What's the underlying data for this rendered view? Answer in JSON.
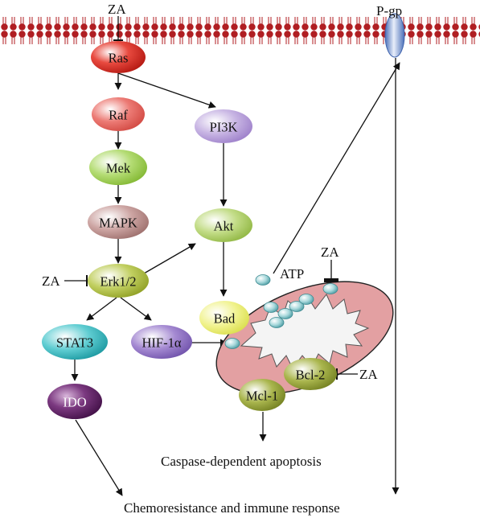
{
  "nodes": {
    "ras": "Ras",
    "raf": "Raf",
    "mek": "Mek",
    "mapk": "MAPK",
    "erk": "Erk1/2",
    "stat3": "STAT3",
    "ido": "IDO",
    "hif": "HIF-1α",
    "pi3k": "PI3K",
    "akt": "Akt",
    "bad": "Bad",
    "bcl2": "Bcl-2",
    "mcl1": "Mcl-1"
  },
  "labels": {
    "za_top": "ZA",
    "za_erk": "ZA",
    "za_mito": "ZA",
    "za_bcl2": "ZA",
    "pgp": "P-gp",
    "atp": "ATP",
    "caspase": "Caspase-dependent apoptosis",
    "chemo": "Chemoresistance and immune response"
  },
  "colors": {
    "ras": "#d92a20",
    "raf": "#e8605a",
    "mek": "#9ccf4a",
    "mapk": "#b98a88",
    "erk": "#a9b834",
    "stat3": "#2bb3bb",
    "ido": "#5e1d63",
    "hif": "#8d6fc0",
    "pi3k": "#b39ad6",
    "akt": "#a9c85a",
    "bad": "#e8ec70",
    "bcl2": "#8c9a2e",
    "mcl1": "#8c9a2e",
    "mitochondrion": "#e3a0a2",
    "membrane": "#b01e22",
    "pgp": "#6f8fd0"
  }
}
